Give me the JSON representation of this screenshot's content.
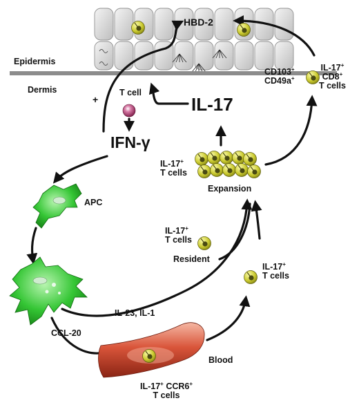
{
  "labels": {
    "hbd2": "HBD-2",
    "epidermis": "Epidermis",
    "dermis": "Dermis",
    "plus": "+",
    "t_cell": "T cell",
    "ifn_gamma": "IFN-γ",
    "il17": "IL-17",
    "apc": "APC",
    "expansion": "Expansion",
    "il17_t_cells_expansion": [
      "IL-17",
      "T cells"
    ],
    "cd103": "CD103",
    "cd49a": "CD49a",
    "il17_cd8": [
      "IL-17",
      "CD8",
      "T cells"
    ],
    "resident": [
      "IL-17",
      "T cells",
      "Resident"
    ],
    "il17_t_cells_right": [
      "IL-17",
      "T cells"
    ],
    "il23_il1": "IL-23, IL-1",
    "ccl20": "CCL-20",
    "blood": "Blood",
    "ccr6": [
      "IL-17",
      "CCR6",
      "T cells"
    ],
    "sup_plus": "+"
  },
  "colors": {
    "keratinocyte": "#d9d9d9",
    "dermis_line": "#8c8c8c",
    "apc_green": "#2fbf2f",
    "t_cell_yellow": "#c9c92e",
    "ifn_cell": "#b0306a",
    "blood_vessel": "#d9553a"
  }
}
